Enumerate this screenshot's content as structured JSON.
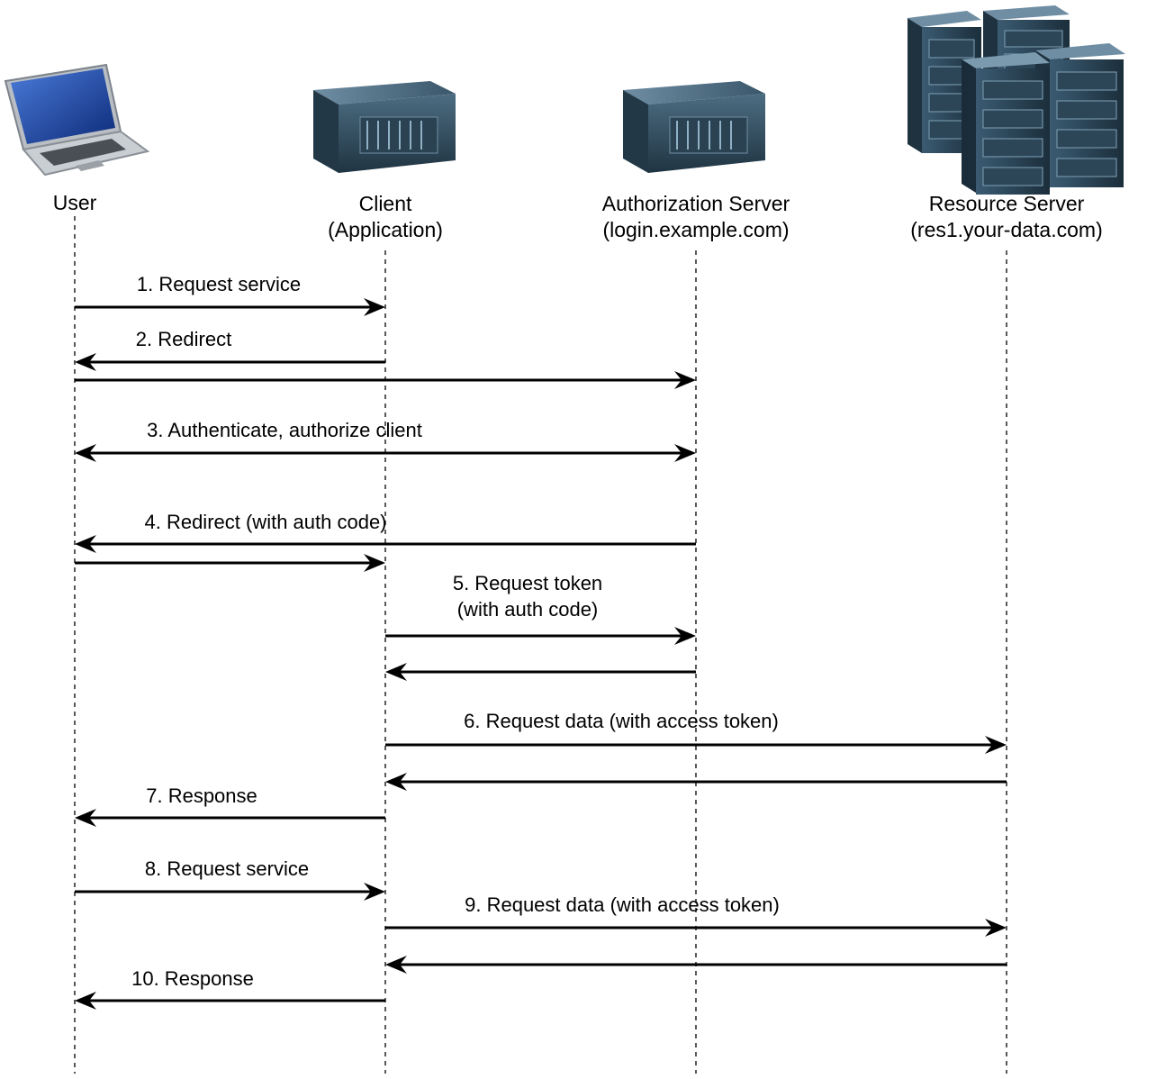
{
  "diagram": {
    "type": "sequence-diagram",
    "actors": [
      {
        "id": "user",
        "icon": "laptop-icon",
        "label_lines": [
          "User"
        ]
      },
      {
        "id": "client",
        "icon": "server-icon",
        "label_lines": [
          "Client",
          "(Application)"
        ]
      },
      {
        "id": "auth",
        "icon": "server-icon",
        "label_lines": [
          "Authorization Server",
          "(login.example.com)"
        ]
      },
      {
        "id": "resource",
        "icon": "server-rack-cluster-icon",
        "label_lines": [
          "Resource Server",
          "(res1.your-data.com)"
        ]
      }
    ],
    "messages": [
      {
        "from": "user",
        "to": "client",
        "label_lines": [
          "1. Request service"
        ]
      },
      {
        "from": "client",
        "to": "user",
        "label_lines": [
          "2. Redirect"
        ]
      },
      {
        "from": "user",
        "to": "auth",
        "label_lines": []
      },
      {
        "from": "user",
        "to": "auth",
        "bidirectional": true,
        "label_lines": [
          "3. Authenticate, authorize client"
        ]
      },
      {
        "from": "auth",
        "to": "user",
        "label_lines": [
          "4. Redirect (with auth code)"
        ]
      },
      {
        "from": "user",
        "to": "client",
        "label_lines": []
      },
      {
        "from": "client",
        "to": "auth",
        "label_lines": [
          "5. Request token",
          "(with auth code)"
        ]
      },
      {
        "from": "auth",
        "to": "client",
        "label_lines": []
      },
      {
        "from": "client",
        "to": "resource",
        "label_lines": [
          "6. Request data (with access token)"
        ]
      },
      {
        "from": "resource",
        "to": "client",
        "label_lines": []
      },
      {
        "from": "client",
        "to": "user",
        "label_lines": [
          "7. Response"
        ]
      },
      {
        "from": "user",
        "to": "client",
        "label_lines": [
          "8. Request service"
        ]
      },
      {
        "from": "client",
        "to": "resource",
        "label_lines": [
          "9. Request data (with access token)"
        ]
      },
      {
        "from": "resource",
        "to": "client",
        "label_lines": []
      },
      {
        "from": "client",
        "to": "user",
        "label_lines": [
          "10. Response"
        ]
      }
    ],
    "colors": {
      "line": "#000000",
      "server_body": "#243a4a",
      "server_face": "#3d5b70",
      "laptop_screen": "#1d3f9a"
    }
  }
}
